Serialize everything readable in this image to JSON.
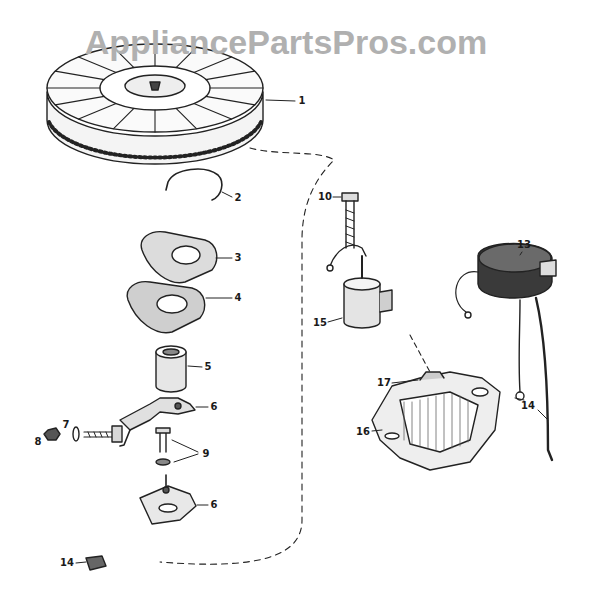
{
  "diagram": {
    "labels": [
      "AppliancePartsPros.com",
      "1",
      "2",
      "3",
      "4",
      "5",
      "6",
      "7",
      "8",
      "9",
      "6",
      "14",
      "10",
      "13",
      "15",
      "17",
      "16",
      "14"
    ]
  }
}
